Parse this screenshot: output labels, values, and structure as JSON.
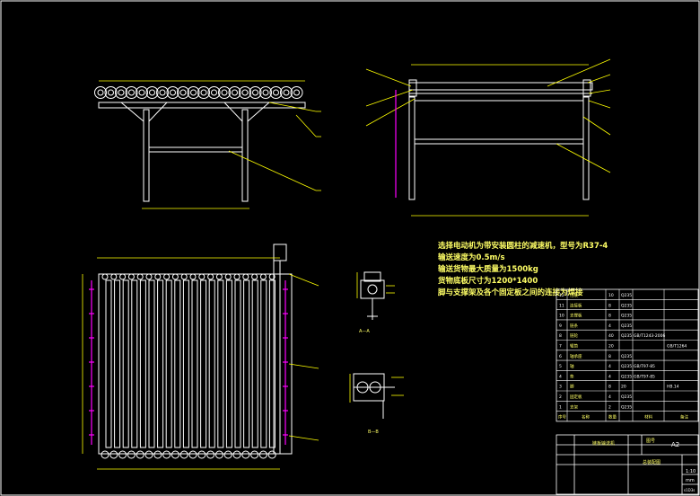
{
  "notes": {
    "lines": [
      "选择电动机为带安装圆柱的减速机，型号为R37-4",
      "输送速度为0.5m/s",
      "输送货物最大质量为1500kg",
      "货物底板尺寸为1200*1400",
      "脚与支撑架及各个固定板之间的连接为焊接"
    ]
  },
  "colors": {
    "line": "#ffffff",
    "dim": "#ffff00",
    "accent": "#ff00ff",
    "bg": "#000000"
  },
  "bom": {
    "rows": [
      {
        "no": "12",
        "name": "挡板",
        "qty": "10",
        "mat": "Q235",
        "std": ""
      },
      {
        "no": "11",
        "name": "连接板",
        "qty": "8",
        "mat": "Q235",
        "std": ""
      },
      {
        "no": "10",
        "name": "支撑板",
        "qty": "8",
        "mat": "Q235",
        "std": ""
      },
      {
        "no": "9",
        "name": "链条",
        "qty": "4",
        "mat": "Q235",
        "std": ""
      },
      {
        "no": "8",
        "name": "链轮",
        "qty": "40",
        "mat": "Q235",
        "std": "GB/T1243-2006"
      },
      {
        "no": "7",
        "name": "辊筒",
        "qty": "20",
        "mat": "",
        "std": "",
        "note": "GB/T1264"
      },
      {
        "no": "6",
        "name": "轴承座",
        "qty": "8",
        "mat": "Q235",
        "std": ""
      },
      {
        "no": "5",
        "name": "轴",
        "qty": "4",
        "mat": "Q235",
        "std": "GB/T97-85"
      },
      {
        "no": "4",
        "name": "垫",
        "qty": "4",
        "mat": "Q235",
        "std": "GB/T97-85"
      },
      {
        "no": "3",
        "name": "脚",
        "qty": "8",
        "mat": "20",
        "std": "",
        "note": "HB.14"
      },
      {
        "no": "2",
        "name": "固定板",
        "qty": "4",
        "mat": "Q235",
        "std": ""
      },
      {
        "no": "1",
        "name": "支架",
        "qty": "2",
        "mat": "Q235",
        "std": ""
      }
    ],
    "header": {
      "no": "序号",
      "name": "名称",
      "qty": "数量",
      "mat": "材料",
      "note": "备注"
    }
  },
  "title_block": {
    "design": "链板输送机",
    "sheet_label": "图号",
    "size": "A2",
    "drawing_name": "总装配图",
    "scale": "1:10",
    "unit": "mm",
    "extra": "s1D3s"
  },
  "views": {
    "detail_a": "A—A",
    "detail_b": "B—B"
  }
}
